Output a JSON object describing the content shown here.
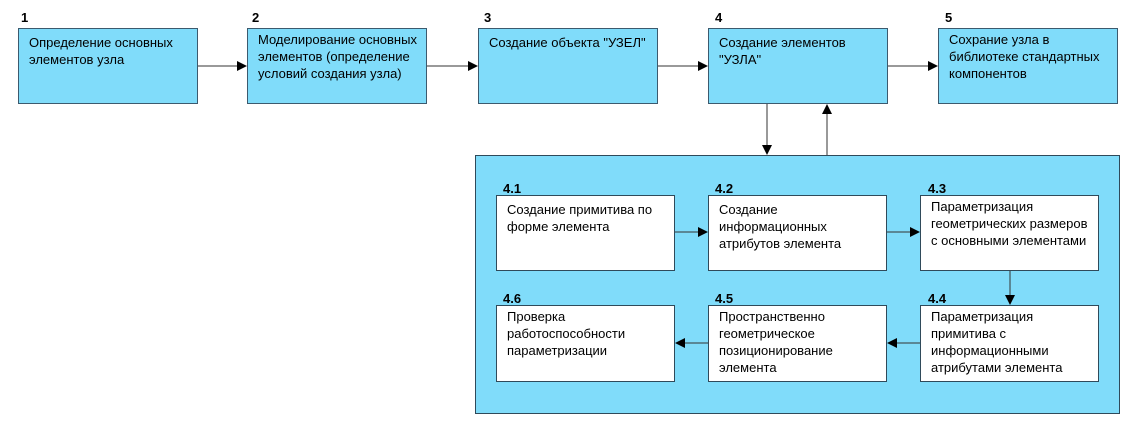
{
  "diagram": {
    "top_steps": [
      {
        "num": "1",
        "text": "Определение основных элементов узла"
      },
      {
        "num": "2",
        "text": "Моделирование основных элементов (определение условий создания узла)"
      },
      {
        "num": "3",
        "text": "Создание  объекта \"УЗЕЛ\""
      },
      {
        "num": "4",
        "text": "Создание  элементов \"УЗЛА\""
      },
      {
        "num": "5",
        "text": "Сохрание узла в библиотеке стандартных компонентов"
      }
    ],
    "sub_steps": [
      {
        "num": "4.1",
        "text": "Создание примитива по форме элемента"
      },
      {
        "num": "4.2",
        "text": "Создание информационных атрибутов элемента"
      },
      {
        "num": "4.3",
        "text": "Параметризация геометрических размеров с основными элементами"
      },
      {
        "num": "4.4",
        "text": "Параметризация примитива с информационными атрибутами элемента"
      },
      {
        "num": "4.5",
        "text": "Пространственно геометрическое позиционирование элемента"
      },
      {
        "num": "4.6",
        "text": "Проверка работоспособности параметризации"
      }
    ],
    "colors": {
      "box_fill": "#80dcfa",
      "sub_box_fill": "#ffffff",
      "line": "#000000"
    }
  }
}
